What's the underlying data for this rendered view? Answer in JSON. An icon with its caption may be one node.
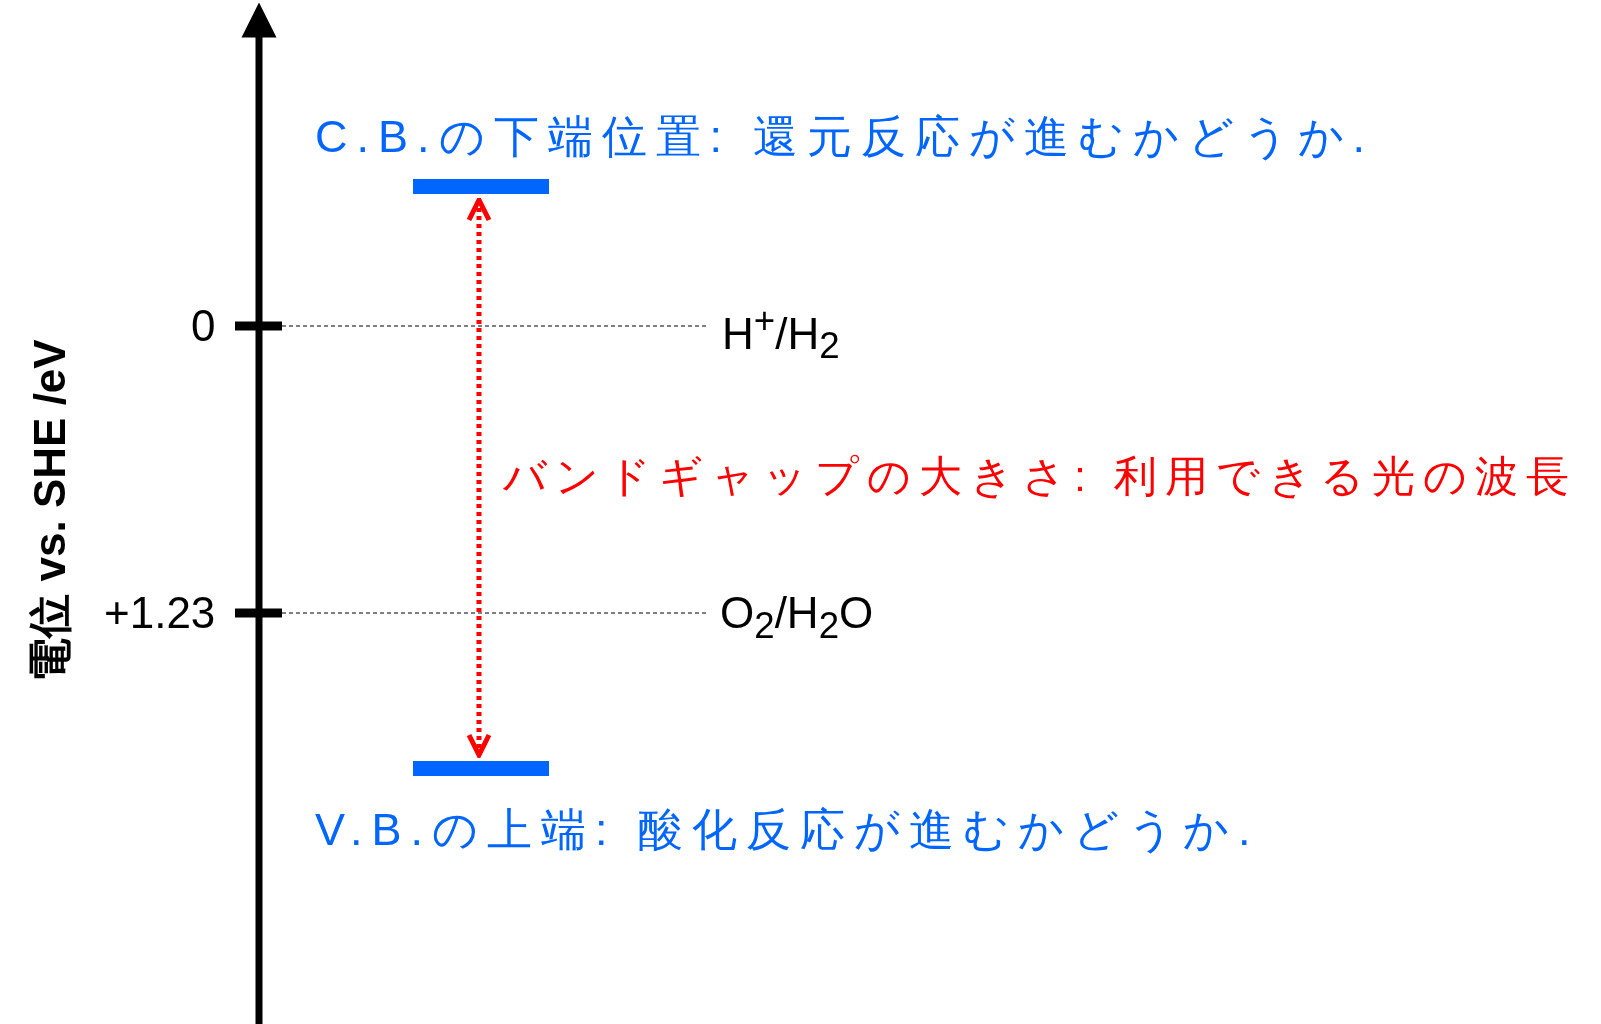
{
  "diagram": {
    "nodes": [
      {
        "text": [],
        "shape": "bar"
      },
      {
        "text": [],
        "shape": "bar"
      }
    ],
    "edges": [
      {
        "from": 0,
        "to": 1,
        "arrow": "both",
        "style": "dashed",
        "color": "#ff0000",
        "label": "バンドギャップの大きさ: 利用できる光の波長"
      }
    ],
    "labels": [
      "電位 vs. SHE /eV",
      "C.B.の下端位置: 還元反応が進むかどうか.",
      "0",
      "H$^{+}$/H$_{2}$",
      "+1.23",
      "O$_{2}$/H$_{2}$O",
      "V.B.の上端: 酸化反応が進むかどうか."
    ]
  }
}
